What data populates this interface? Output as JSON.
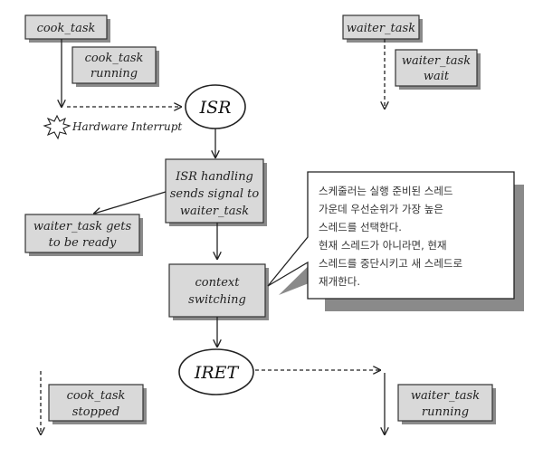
{
  "boxes": {
    "cook_task": "cook_task",
    "cook_task_running": [
      "cook_task",
      "running"
    ],
    "waiter_task": "waiter_task",
    "waiter_task_wait": [
      "waiter_task",
      "wait"
    ],
    "isr_handling": [
      "ISR handling",
      "sends signal to",
      "waiter_task"
    ],
    "waiter_ready": [
      "waiter_task gets",
      "to be ready"
    ],
    "context_switching": [
      "context",
      "switching"
    ],
    "cook_task_stopped": [
      "cook_task",
      "stopped"
    ],
    "waiter_task_running": [
      "waiter_task",
      "running"
    ]
  },
  "nodes": {
    "isr": "ISR",
    "iret": "IRET"
  },
  "hardware_interrupt": "Hardware Interrupt",
  "note_lines": [
    "스케줄러는 실행 준비된 스레드",
    "가운데 우선순위가 가장 높은",
    "스레드를 선택한다.",
    "현재 스레드가 아니라면, 현재",
    "스레드를 중단시키고 새 스레드로",
    "재개한다."
  ]
}
